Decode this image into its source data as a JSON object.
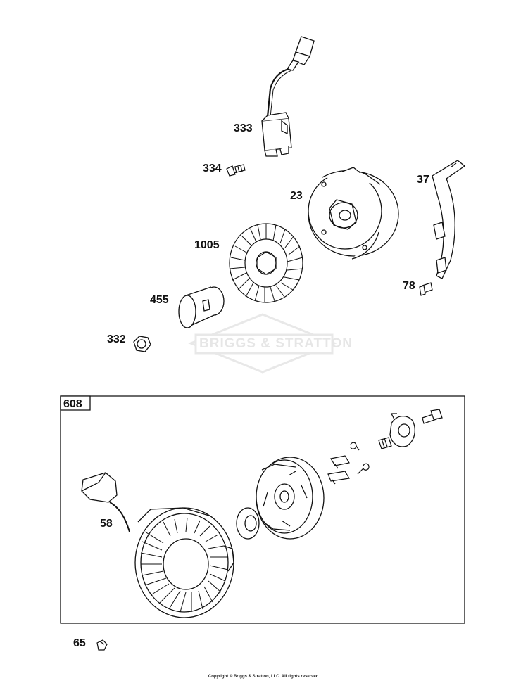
{
  "watermark": "BRIGGS & STRATTON",
  "copyright": "Copyright © Briggs & Stratton, LLC. All rights reserved.",
  "labels": {
    "p333": "333",
    "p334": "334",
    "p23": "23",
    "p37": "37",
    "p1005": "1005",
    "p78": "78",
    "p455": "455",
    "p332": "332",
    "p608": "608",
    "p58": "58",
    "p65": "65"
  },
  "colors": {
    "line": "#111111",
    "watermark": "#e6e6e6"
  }
}
